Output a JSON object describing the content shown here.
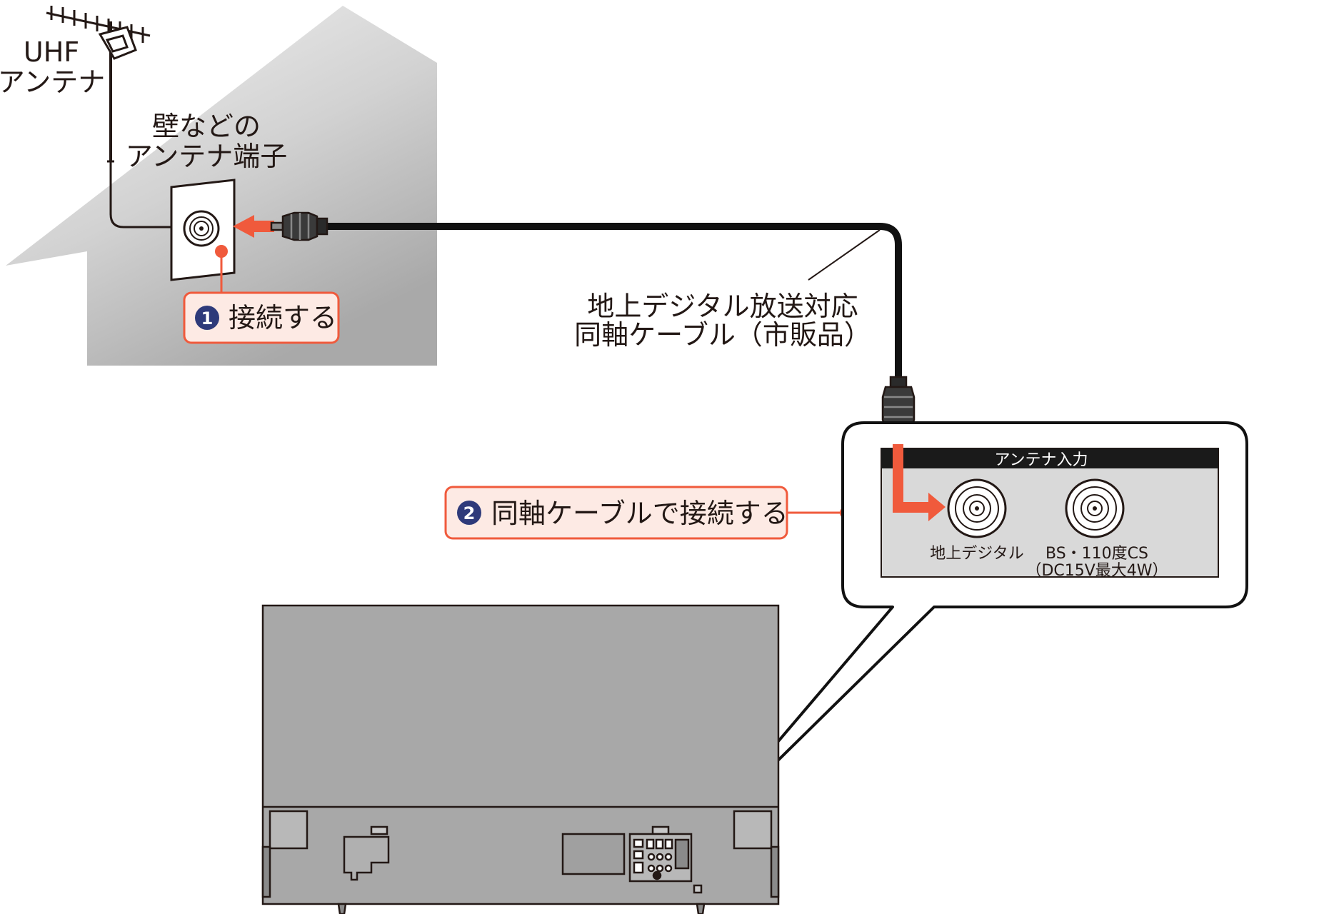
{
  "labels": {
    "uhf_line1": "UHF",
    "uhf_line2": "アンテナ",
    "wall_terminal_line1": "壁などの",
    "wall_terminal_line2": "アンテナ端子",
    "cable_line1": "地上デジタル放送対応",
    "cable_line2": "同軸ケーブル（市販品）"
  },
  "steps": [
    {
      "number": "1",
      "text": "接続する"
    },
    {
      "number": "2",
      "text": "同軸ケーブルで接続する"
    }
  ],
  "panel": {
    "header": "アンテナ入力",
    "terrestrial": "地上デジタル",
    "bs_line1": "BS・110度CS",
    "bs_line2": "（DC15V最大4W）"
  },
  "colors": {
    "accent": "#f05a3c",
    "step_badge": "#2e3a7a",
    "callout_fill": "#fdeae4",
    "panel_gray": "#d9d9d9",
    "tv_gray": "#a8a8a8",
    "cable": "#111111"
  }
}
